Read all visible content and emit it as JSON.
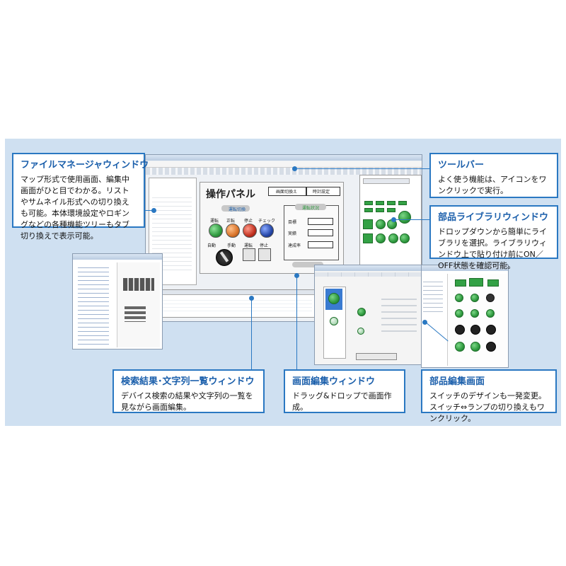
{
  "callouts": {
    "file_manager": {
      "title": "ファイルマネージャウィンドウ",
      "desc": "マップ形式で使用画面、編集中画面がひと目でわかる。リストやサムネイル形式への切り換えも可能。本体環境設定やロギングなどの各種機能ツリーもタブ切り換えで表示可能。"
    },
    "toolbar": {
      "title": "ツールバー",
      "desc": "よく使う機能は、アイコンをワンクリックで実行。"
    },
    "parts_library": {
      "title": "部品ライブラリウィンドウ",
      "desc": "ドロップダウンから簡単にライブラリを選択。ライブラリウィンドウ上で貼り付け前にON／OFF状態を確認可能。"
    },
    "search_results": {
      "title": "検索結果･文字列一覧ウィンドウ",
      "desc": "デバイス検索の結果や文字列の一覧を見ながら画面編集。"
    },
    "screen_edit": {
      "title": "画面編集ウィンドウ",
      "desc": "ドラッグ&ドロップで画面作成。"
    },
    "parts_edit": {
      "title": "部品編集画面",
      "desc": "スイッチのデザインも一発変更。スイッチ⇔ランプの切り換えもワンクリック。"
    }
  },
  "panel": {
    "title": "操作パネル",
    "tab_screen_switch": "画面切換え",
    "tab_time_setting": "時計設定",
    "section_run": "運転切換",
    "section_status": "運転状況",
    "btn_operation": "運転",
    "btn_normal": "正転",
    "btn_stop": "停止",
    "btn_check": "チェック",
    "label_auto": "自動",
    "label_manual": "手動",
    "label_run": "運転",
    "label_stop2": "停止",
    "label_target": "目標",
    "label_result": "実績",
    "label_rate": "達成率"
  },
  "colors": {
    "callout_border": "#2a78c2",
    "callout_title": "#1b5fab",
    "stage_bg": "#cfe0f1",
    "lamp_green": "#2f9a3f",
    "lamp_red": "#c2311f",
    "lamp_orange": "#d9742a",
    "lamp_blue": "#2547a8"
  }
}
